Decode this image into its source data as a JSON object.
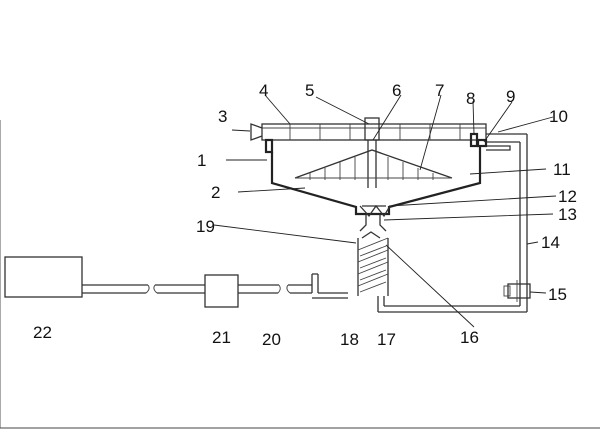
{
  "labels": {
    "n1": "1",
    "n2": "2",
    "n3": "3",
    "n4": "4",
    "n5": "5",
    "n6": "6",
    "n7": "7",
    "n8": "8",
    "n9": "9",
    "n10": "10",
    "n11": "11",
    "n12": "12",
    "n13": "13",
    "n14": "14",
    "n15": "15",
    "n16": "16",
    "n17": "17",
    "n18": "18",
    "n19": "19",
    "n20": "20",
    "n21": "21",
    "n22": "22"
  },
  "colors": {
    "line": "#333333",
    "background": "#ffffff"
  }
}
